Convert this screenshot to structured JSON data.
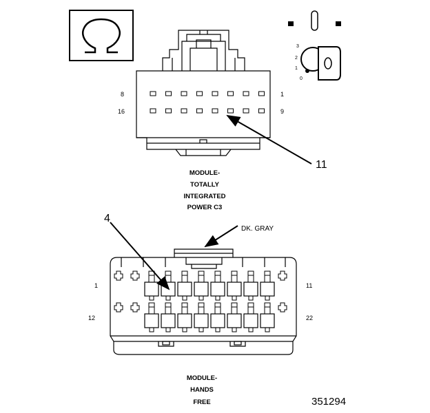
{
  "symbol": {
    "icon": "omega-ground-icon"
  },
  "c3": {
    "pin_left_top": "8",
    "pin_right_top": "1",
    "pin_left_bottom": "16",
    "pin_right_bottom": "9",
    "callout": "11",
    "title_lines": [
      "MODULE-",
      "TOTALLY",
      "INTEGRATED",
      "POWER C3"
    ]
  },
  "key_diagram": {
    "positions": [
      "3",
      "2",
      "1",
      "0"
    ],
    "icon": "ignition-key-icon"
  },
  "hands_free": {
    "color_label": "DK. GRAY",
    "callout": "4",
    "pin_left_top": "1",
    "pin_right_top": "11",
    "pin_left_bottom": "12",
    "pin_right_bottom": "22",
    "title_lines": [
      "MODULE-",
      "HANDS",
      "FREE"
    ]
  },
  "figure_number": "351294"
}
